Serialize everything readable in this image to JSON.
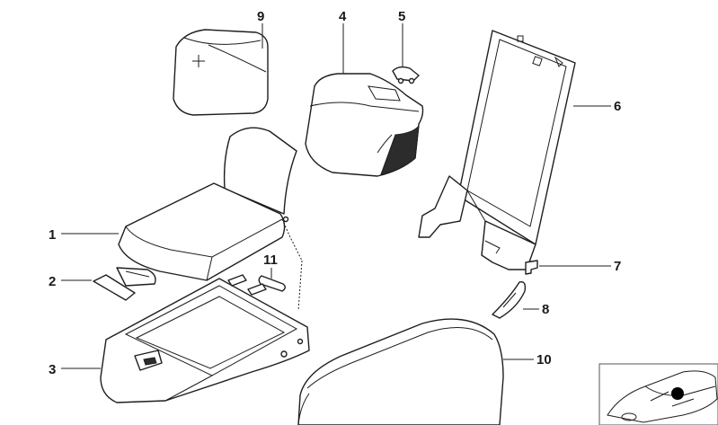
{
  "callouts": {
    "c1": "1",
    "c2": "2",
    "c3": "3",
    "c4": "4",
    "c5": "5",
    "c6": "6",
    "c7": "7",
    "c8": "8",
    "c9": "9",
    "c10": "10",
    "c11": "11"
  },
  "colors": {
    "line": "#1e1e1e",
    "shade": "#2c2c2c",
    "marker": "#000000"
  },
  "icons": [
    "car-location-thumbnail-icon"
  ]
}
